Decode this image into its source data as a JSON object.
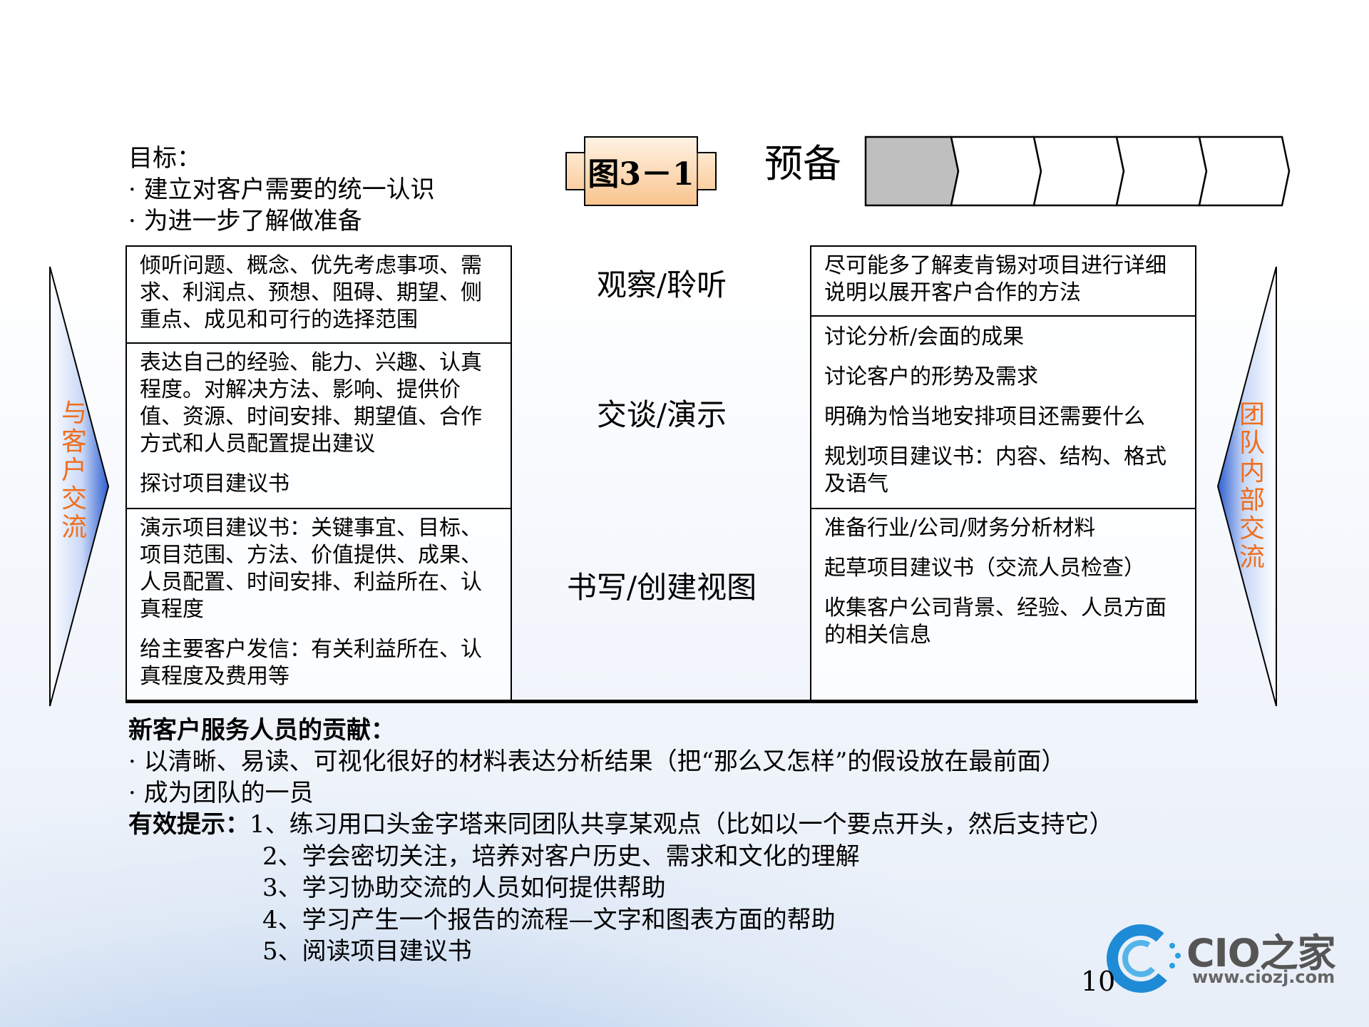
{
  "goal": {
    "heading": "目标：",
    "bullets": [
      "· 建立对客户需要的统一认识",
      "· 为进一步了解做准备"
    ]
  },
  "figure_label": "图3－1",
  "stage_title": "预备",
  "side_left": "与客户交流",
  "side_right": "团队内部交流",
  "left_cells": [
    {
      "lines": [
        "倾听问题、概念、优先考虑事项、需求、利润点、预想、阻碍、期望、侧重点、成见和可行的选择范围"
      ]
    },
    {
      "lines": [
        "表达自己的经验、能力、兴趣、认真程度。对解决方法、影响、提供价值、资源、时间安排、期望值、合作方式和人员配置提出建议",
        "探讨项目建议书"
      ]
    },
    {
      "lines": [
        "演示项目建议书：关键事宜、目标、项目范围、方法、价值提供、成果、人员配置、时间安排、利益所在、认真程度",
        "给主要客户发信：有关利益所在、认真程度及费用等"
      ]
    }
  ],
  "middle_labels": [
    "观察/聆听",
    "交谈/演示",
    "书写/创建视图"
  ],
  "right_cells": [
    {
      "lines": [
        "尽可能多了解麦肯锡对项目进行详细说明以展开客户合作的方法"
      ]
    },
    {
      "lines": [
        "讨论分析/会面的成果",
        "讨论客户的形势及需求",
        "明确为恰当地安排项目还需要什么",
        "规划项目建议书：内容、结构、格式及语气"
      ]
    },
    {
      "lines": [
        "准备行业/公司/财务分析材料",
        "起草项目建议书（交流人员检查）",
        "收集客户公司背景、经验、人员方面的相关信息"
      ]
    }
  ],
  "contribution": {
    "heading": "新客户服务人员的贡献：",
    "bullets": [
      "· 以清晰、易读、可视化很好的材料表达分析结果（把“那么又怎样”的假设放在最前面）",
      "· 成为团队的一员"
    ]
  },
  "tips": {
    "heading": "有效提示：",
    "items": [
      "1、练习用口头金字塔来同团队共享某观点（比如以一个要点开头，然后支持它）",
      "2、学会密切关注，培养对客户历史、需求和文化的理解",
      "3、学习协助交流的人员如何提供帮助",
      "4、学习产生一个报告的流程—文字和图表方面的帮助",
      "5、阅读项目建议书"
    ]
  },
  "logo": {
    "name": "CIO之家",
    "url": "www.ciozj.com"
  },
  "page_number": "10",
  "colors": {
    "accent_orange": "#ee6f1f",
    "fig_label_fill": "#fcd3a8",
    "chevron_active": "#bfbfbf",
    "arrow_blue": "#2f5fd0"
  }
}
